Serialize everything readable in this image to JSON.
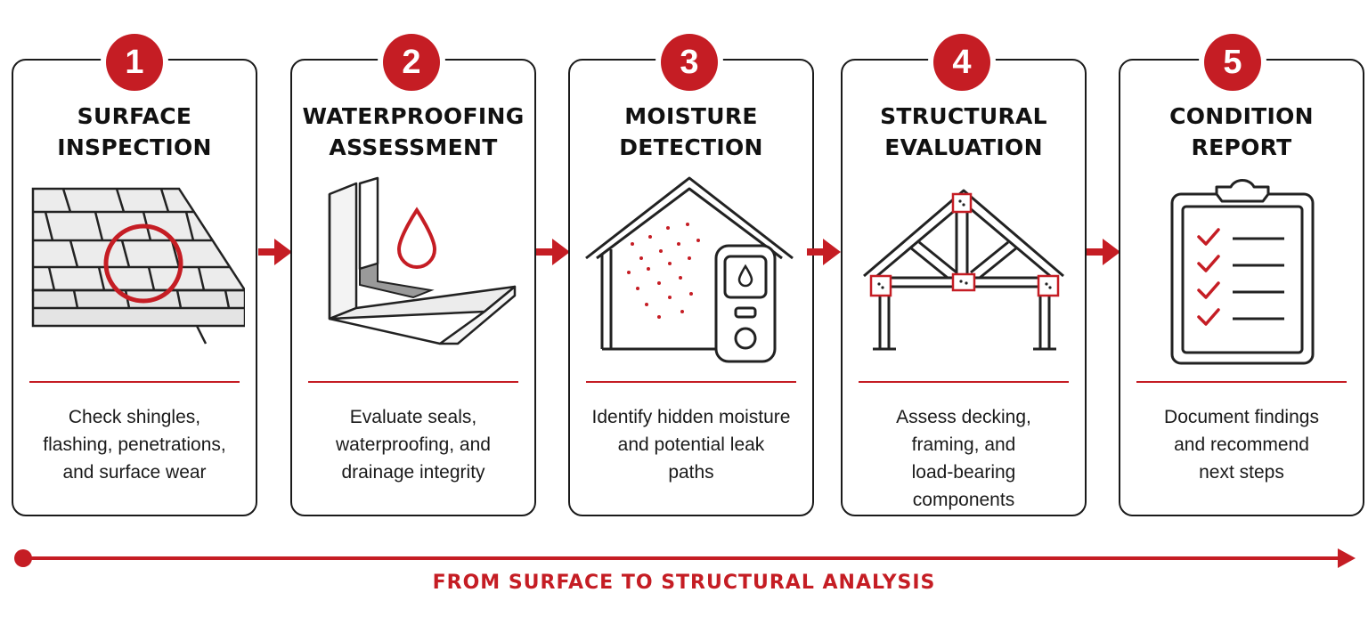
{
  "accent_color": "#c51d24",
  "steps": [
    {
      "number": "1",
      "title_lines": [
        "SURFACE",
        "INSPECTION"
      ],
      "desc_lines": [
        "Check shingles,",
        "flashing, penetrations,",
        "and surface wear"
      ],
      "icon": "roof-shingles-icon"
    },
    {
      "number": "2",
      "title_lines": [
        "WATERPROOFING",
        "ASSESSMENT"
      ],
      "desc_lines": [
        "Evaluate seals,",
        "waterproofing, and",
        "drainage integrity"
      ],
      "icon": "waterproofing-flashing-icon"
    },
    {
      "number": "3",
      "title_lines": [
        "MOISTURE",
        "DETECTION"
      ],
      "desc_lines": [
        "Identify hidden moisture",
        "and potential leak",
        "paths"
      ],
      "icon": "moisture-meter-icon"
    },
    {
      "number": "4",
      "title_lines": [
        "STRUCTURAL",
        "EVALUATION"
      ],
      "desc_lines": [
        "Assess decking,",
        "framing, and",
        "load-bearing",
        "components"
      ],
      "icon": "roof-truss-icon"
    },
    {
      "number": "5",
      "title_lines": [
        "CONDITION",
        "REPORT"
      ],
      "desc_lines": [
        "Document findings",
        "and recommend",
        "next steps"
      ],
      "icon": "clipboard-checklist-icon"
    }
  ],
  "timeline": {
    "caption": "FROM SURFACE TO STRUCTURAL ANALYSIS"
  }
}
